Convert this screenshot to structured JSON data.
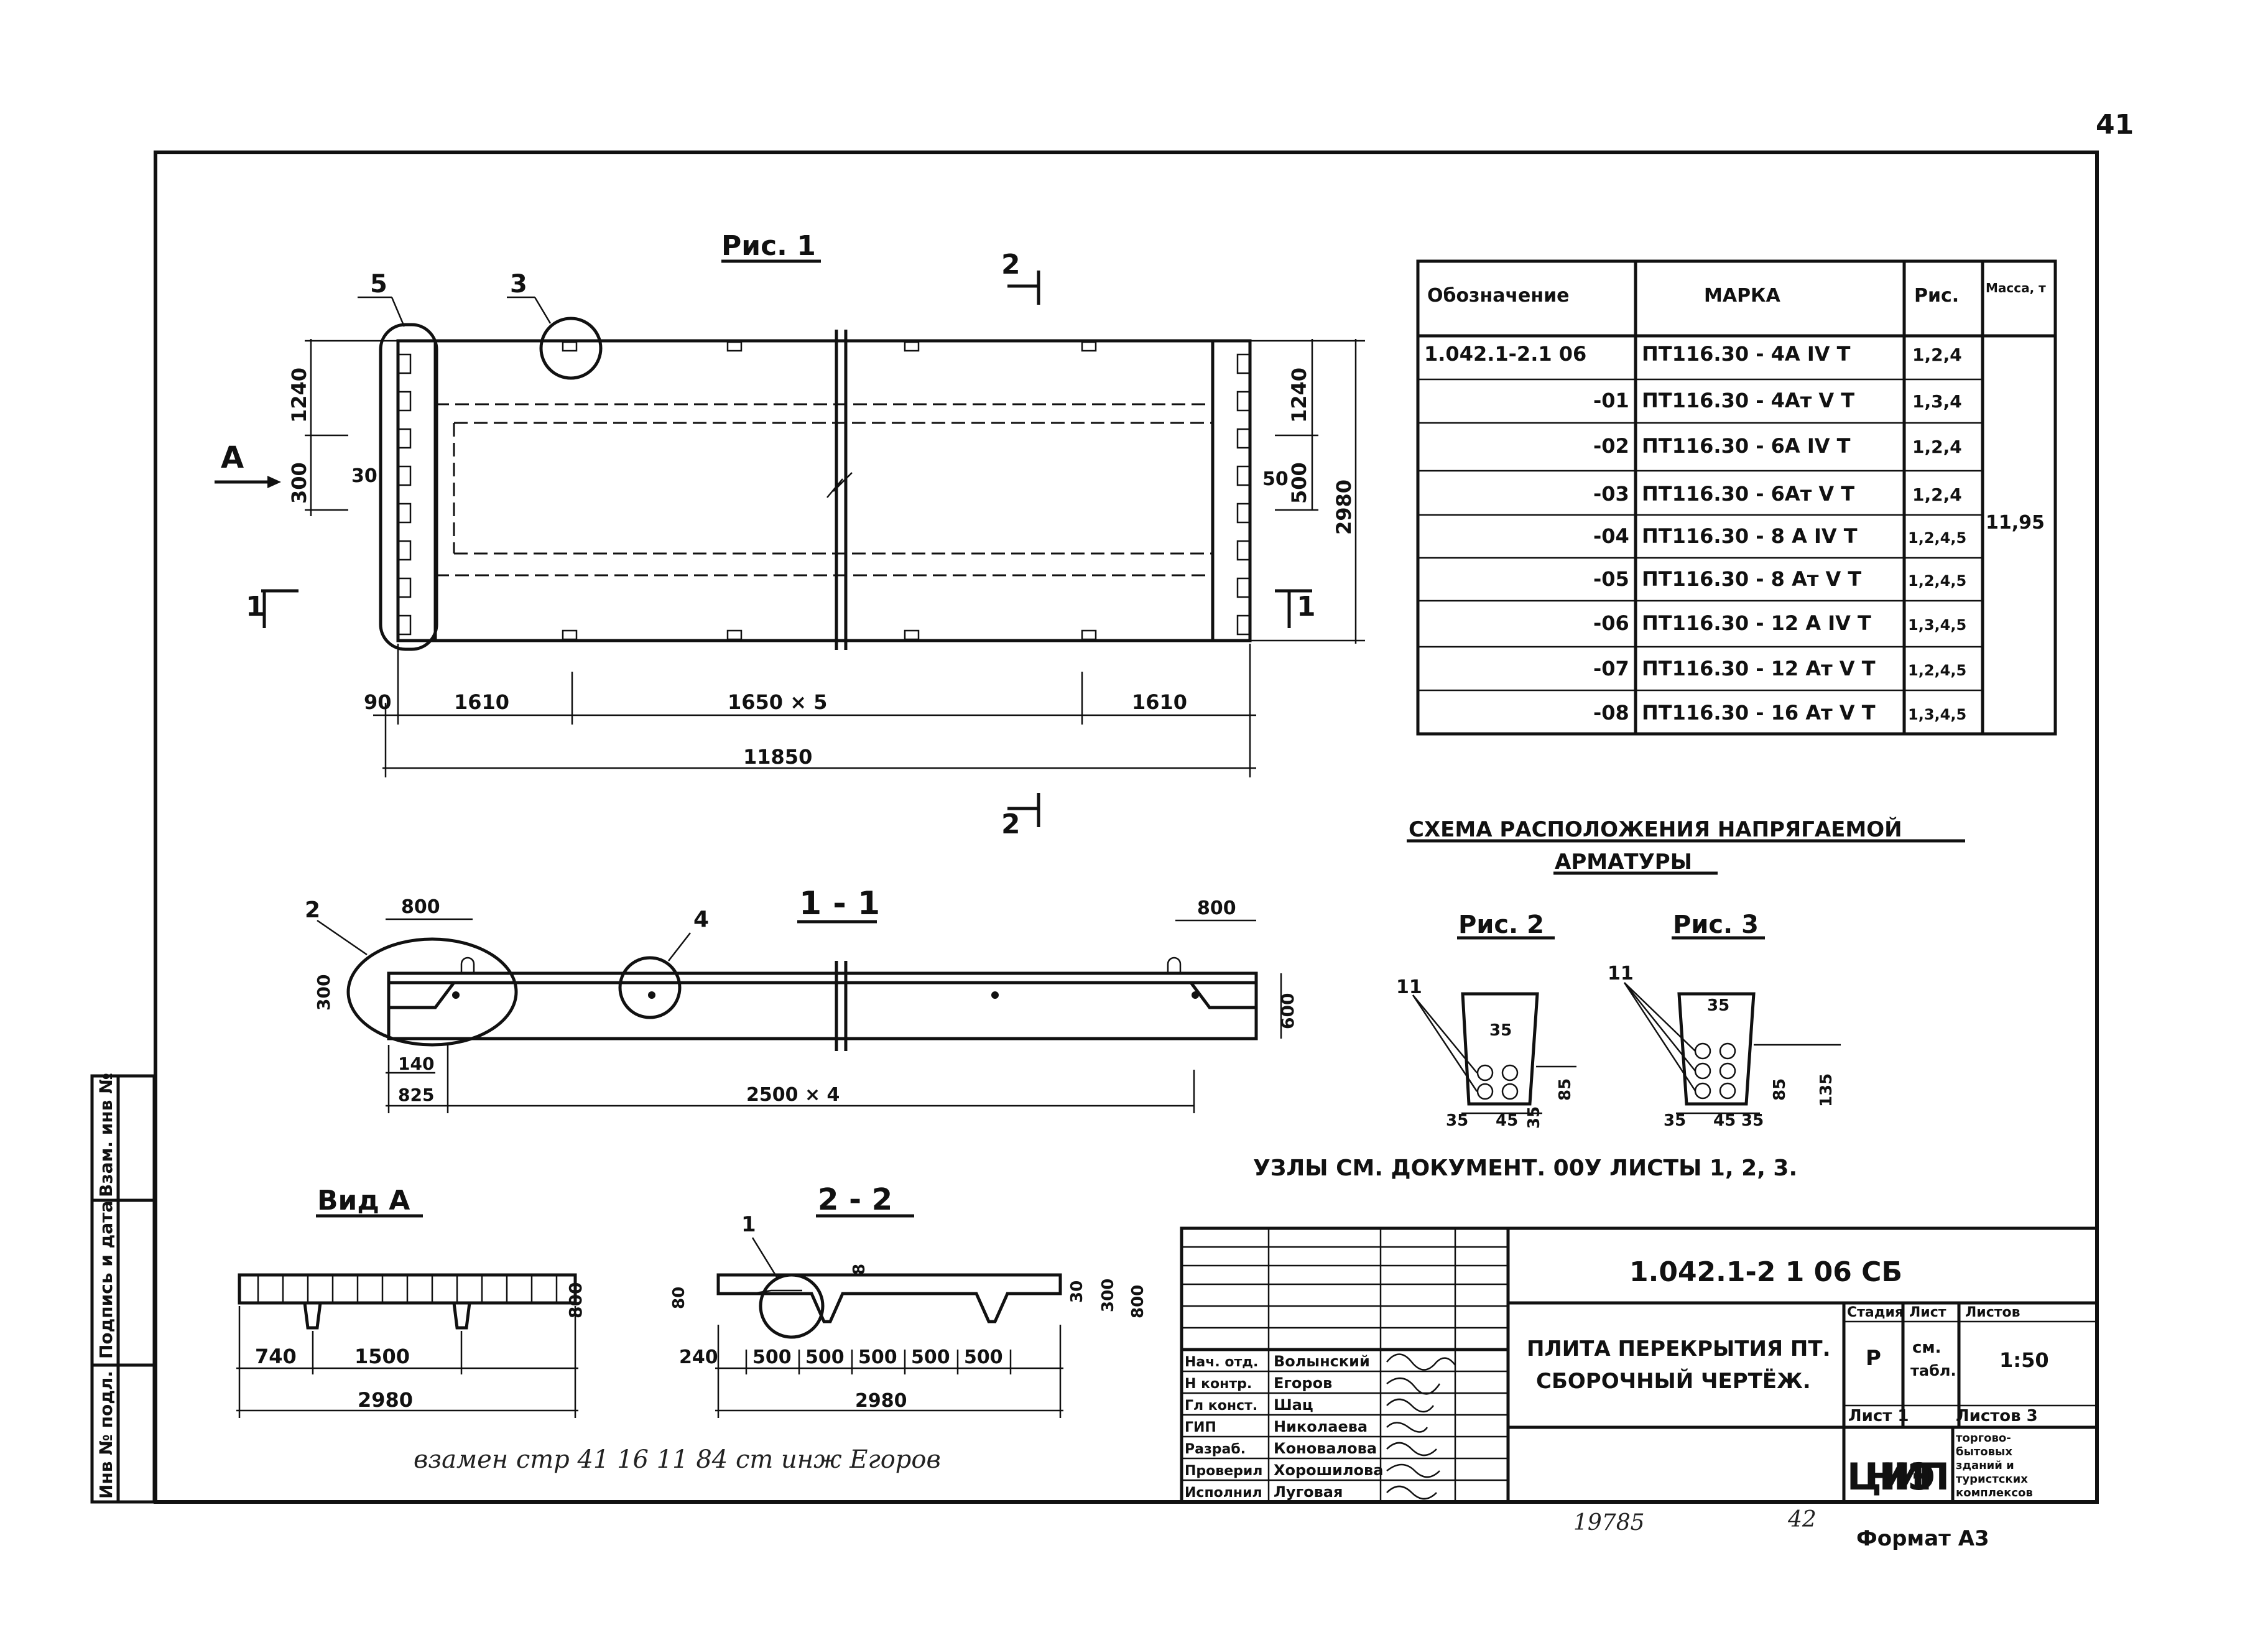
{
  "page_number": "41",
  "figure1": {
    "title": "Рис. 1",
    "view_a_label": "А",
    "section_marks": {
      "one": "1",
      "two": "2"
    },
    "callouts": {
      "c3": "3",
      "c5": "5"
    },
    "dims_left": {
      "d1240": "1240",
      "d300": "300",
      "d30": "30"
    },
    "dims_right": {
      "d1240": "1240",
      "d500": "500",
      "d50": "50",
      "d2980": "2980"
    },
    "dims_bottom": {
      "d90": "90",
      "d1610a": "1610",
      "d1650x5": "1650 × 5",
      "d1610b": "1610",
      "total": "11850"
    }
  },
  "table": {
    "headers": {
      "designation": "Обозначение",
      "mark": "МАРКА",
      "fig": "Рис.",
      "mass": "Масса, т"
    },
    "rows": [
      {
        "designation": "1.042.1-2.1 06",
        "mark": "ПТ116.30 - 4А IV Т",
        "fig": "1,2,4"
      },
      {
        "designation": "-01",
        "mark": "ПТ116.30 - 4Ат V Т",
        "fig": "1,3,4"
      },
      {
        "designation": "-02",
        "mark": "ПТ116.30 - 6А IV Т",
        "fig": "1,2,4"
      },
      {
        "designation": "-03",
        "mark": "ПТ116.30 - 6Ат V Т",
        "fig": "1,2,4"
      },
      {
        "designation": "-04",
        "mark": "ПТ116.30 - 8 А IV Т",
        "fig": "1,2,4,5"
      },
      {
        "designation": "-05",
        "mark": "ПТ116.30 - 8 Ат V Т",
        "fig": "1,2,4,5"
      },
      {
        "designation": "-06",
        "mark": "ПТ116.30 - 12 А IV Т",
        "fig": "1,3,4,5"
      },
      {
        "designation": "-07",
        "mark": "ПТ116.30 - 12 Ат V Т",
        "fig": "1,2,4,5"
      },
      {
        "designation": "-08",
        "mark": "ПТ116.30 - 16 Ат V Т",
        "fig": "1,3,4,5"
      }
    ],
    "mass_value": "11,95"
  },
  "scheme": {
    "title_line1": "СХЕМА РАСПОЛОЖЕНИЯ НАПРЯГАЕМОЙ",
    "title_line2": "АРМАТУРЫ",
    "fig2_title": "Рис. 2",
    "fig3_title": "Рис. 3",
    "fig2": {
      "callout": "11",
      "d35top": "35",
      "d85": "85",
      "d35l": "35",
      "d45": "45",
      "d35r": "35"
    },
    "fig3": {
      "callout": "11",
      "d35top": "35",
      "d85": "85",
      "d135": "135",
      "d35l": "35",
      "d45": "45",
      "d35r": "35"
    },
    "nodes_note": "УЗЛЫ СМ. ДОКУМЕНТ. 00У ЛИСТЫ 1, 2, 3."
  },
  "section11": {
    "title": "1 - 1",
    "callouts": {
      "c2": "2",
      "c4": "4"
    },
    "dims": {
      "d800l": "800",
      "d800r": "800",
      "d300": "300",
      "d600": "600",
      "d140": "140",
      "d825": "825",
      "d2500x4": "2500 × 4"
    }
  },
  "view_a": {
    "title": "Вид А",
    "dims": {
      "d740": "740",
      "d1500": "1500",
      "d2980": "2980",
      "d800": "800"
    }
  },
  "section22": {
    "title": "2 - 2",
    "callout": "1",
    "dims": {
      "d240": "240",
      "d500": [
        "500",
        "500",
        "500",
        "500",
        "500"
      ],
      "d2980": "2980",
      "d80": "80",
      "d8": "8",
      "d30": "30",
      "d300": "300",
      "d800": "800"
    }
  },
  "title_block": {
    "doc_code": "1.042.1-2 1 06 СБ",
    "doc_name_line1": "ПЛИТА ПЕРЕКРЫТИЯ ПТ.",
    "doc_name_line2": "СБОРОЧНЫЙ ЧЕРТЁЖ.",
    "stage_header": "Стадия",
    "sheet_header": "Лист",
    "sheets_header": "Листов",
    "stage_value": "Р",
    "sheet_value_line1": "см.",
    "sheet_value_line2": "табл.",
    "sheets_value": "1:50",
    "sheet_of_line": "Лист 1",
    "sheets_of_line": "Листов 3",
    "org_logo": "ЦНИИЭП",
    "org_name_lines": [
      "торгово-",
      "бытовых",
      "зданий и",
      "туристских",
      "комплексов"
    ],
    "roles": [
      {
        "role": "Нач. отд.",
        "name": "Волынский"
      },
      {
        "role": "Н контр.",
        "name": "Егоров"
      },
      {
        "role": "Гл конст.",
        "name": "Шац"
      },
      {
        "role": "ГИП",
        "name": "Николаева"
      },
      {
        "role": "Разраб.",
        "name": "Коновалова"
      },
      {
        "role": "Проверил",
        "name": "Хорошилова"
      },
      {
        "role": "Исполнил",
        "name": "Луговая"
      }
    ]
  },
  "side_stamp": [
    "Инв № подл.",
    "Подпись и дата",
    "Взам. инв №"
  ],
  "handwritten_note": "взамен стр 41   16 11 84   ст инж Егоров",
  "bottom": {
    "inv": "19785",
    "num": "42",
    "format": "Формат А3"
  }
}
